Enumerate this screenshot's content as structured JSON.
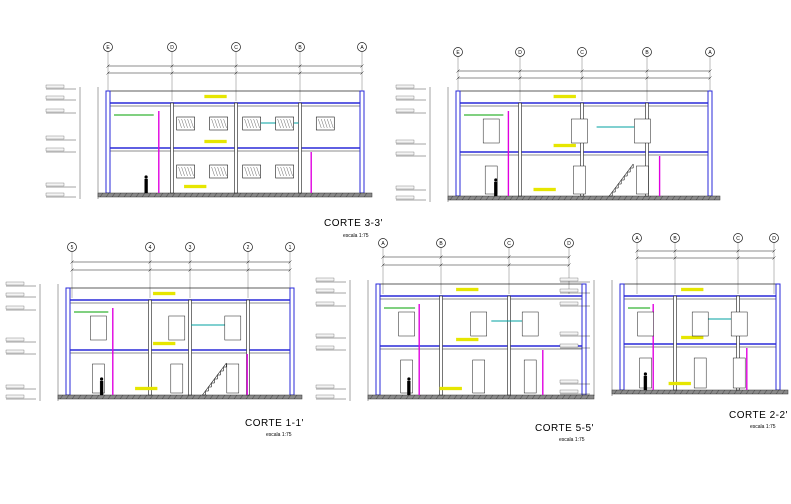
{
  "sections": [
    {
      "id": "corte-3-3",
      "title": "CORTE 3-3'",
      "scale": "escala 1:75",
      "axes": [
        "E",
        "D",
        "C",
        "B",
        "A"
      ]
    },
    {
      "id": "corte-4-4",
      "title": "",
      "scale": "",
      "axes": [
        "E",
        "D",
        "C",
        "B",
        "A"
      ]
    },
    {
      "id": "corte-1-1",
      "title": "CORTE 1-1'",
      "scale": "escala 1:75",
      "axes": [
        "5",
        "4",
        "3",
        "2",
        "1"
      ]
    },
    {
      "id": "corte-5-5",
      "title": "CORTE 5-5'",
      "scale": "escala 1:75",
      "axes": [
        "A",
        "B",
        "C",
        "D"
      ]
    },
    {
      "id": "corte-2-2",
      "title": "CORTE 2-2'",
      "scale": "escala 1:75",
      "axes": [
        "A",
        "B",
        "C",
        "D"
      ]
    }
  ],
  "colors": {
    "line": "#1a1a1a",
    "blue": "#2a2ad8",
    "yellow": "#e6e600",
    "magenta": "#e000e0",
    "green": "#00a000",
    "cyan": "#00a0a0",
    "ground": "#333333"
  }
}
